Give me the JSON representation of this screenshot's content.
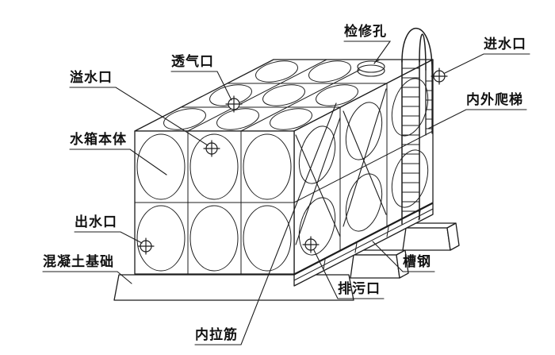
{
  "diagram": {
    "background": "#ffffff",
    "line_color": "#1c1c1c",
    "labels": {
      "overflow": "溢水口",
      "vent": "透气口",
      "inspection_hatch": "检修孔",
      "inlet": "进水口",
      "ladder": "内外爬梯",
      "tank_body": "水箱本体",
      "outlet": "出水口",
      "foundation": "混凝土基础",
      "channel_steel": "槽钢",
      "drain": "排污口",
      "internal_tie": "内拉筋"
    }
  }
}
